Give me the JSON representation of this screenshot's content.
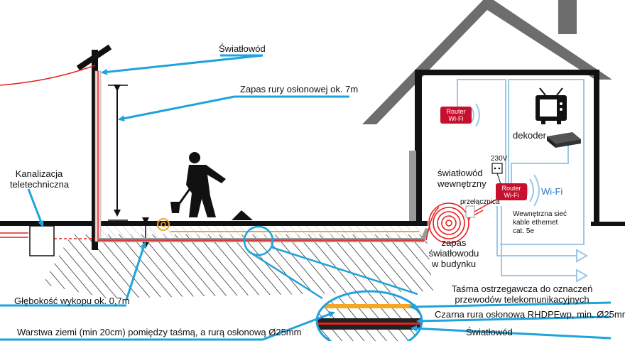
{
  "labels": {
    "fiber_top": "Światłowód",
    "conduit_reserve": "Zapas rury osłonowej ok. 7m",
    "teletech_line1": "Kanalizacja",
    "teletech_line2": "teletechniczna",
    "trench_depth": "Głębokość wykopu ok. 0,7m",
    "soil_layer": "Warstwa ziemi (min 20cm) pomiędzy taśmą, a rurą osłonową Ø25mm",
    "tape_line1": "Taśma ostrzegawcza do oznaczeń",
    "tape_line2": "przewodów telekomunikacyjnych",
    "black_conduit": "Czarna rura osłonowa RHDPEwp, min. Ø25mm",
    "fiber_bottom": "Światłowód",
    "fiber_reserve_line1": "zapas",
    "fiber_reserve_line2": "światłowodu",
    "fiber_reserve_line3": "w budynku",
    "internal_fiber_line1": "światłowód",
    "internal_fiber_line2": "wewnętrzny",
    "switch": "przełącznica",
    "voltage": "230V",
    "router1_line1": "Router",
    "router1_line2": "Wi-Fi",
    "router2_line1": "Router",
    "router2_line2": "Wi-Fi",
    "wifi": "Wi-Fi",
    "decoder": "dekoder",
    "internal_net_line1": "Wewnętrzna sieć",
    "internal_net_line2": "kable ethernet",
    "internal_net_line3": "cat. 5e"
  },
  "colors": {
    "arrow_blue": "#1ea3dc",
    "fiber_red": "#e8201f",
    "tape_orange": "#f5a623",
    "router_red": "#c8102e",
    "ethernet_blue": "#9cc8e6",
    "ground_black": "#111111",
    "house_gray": "#6d6d6d"
  },
  "icons": [
    "worker-with-shovel-icon",
    "tv-icon",
    "decoder-icon",
    "power-socket-icon",
    "fiber-coil-icon",
    "wifi-signal-icon"
  ]
}
